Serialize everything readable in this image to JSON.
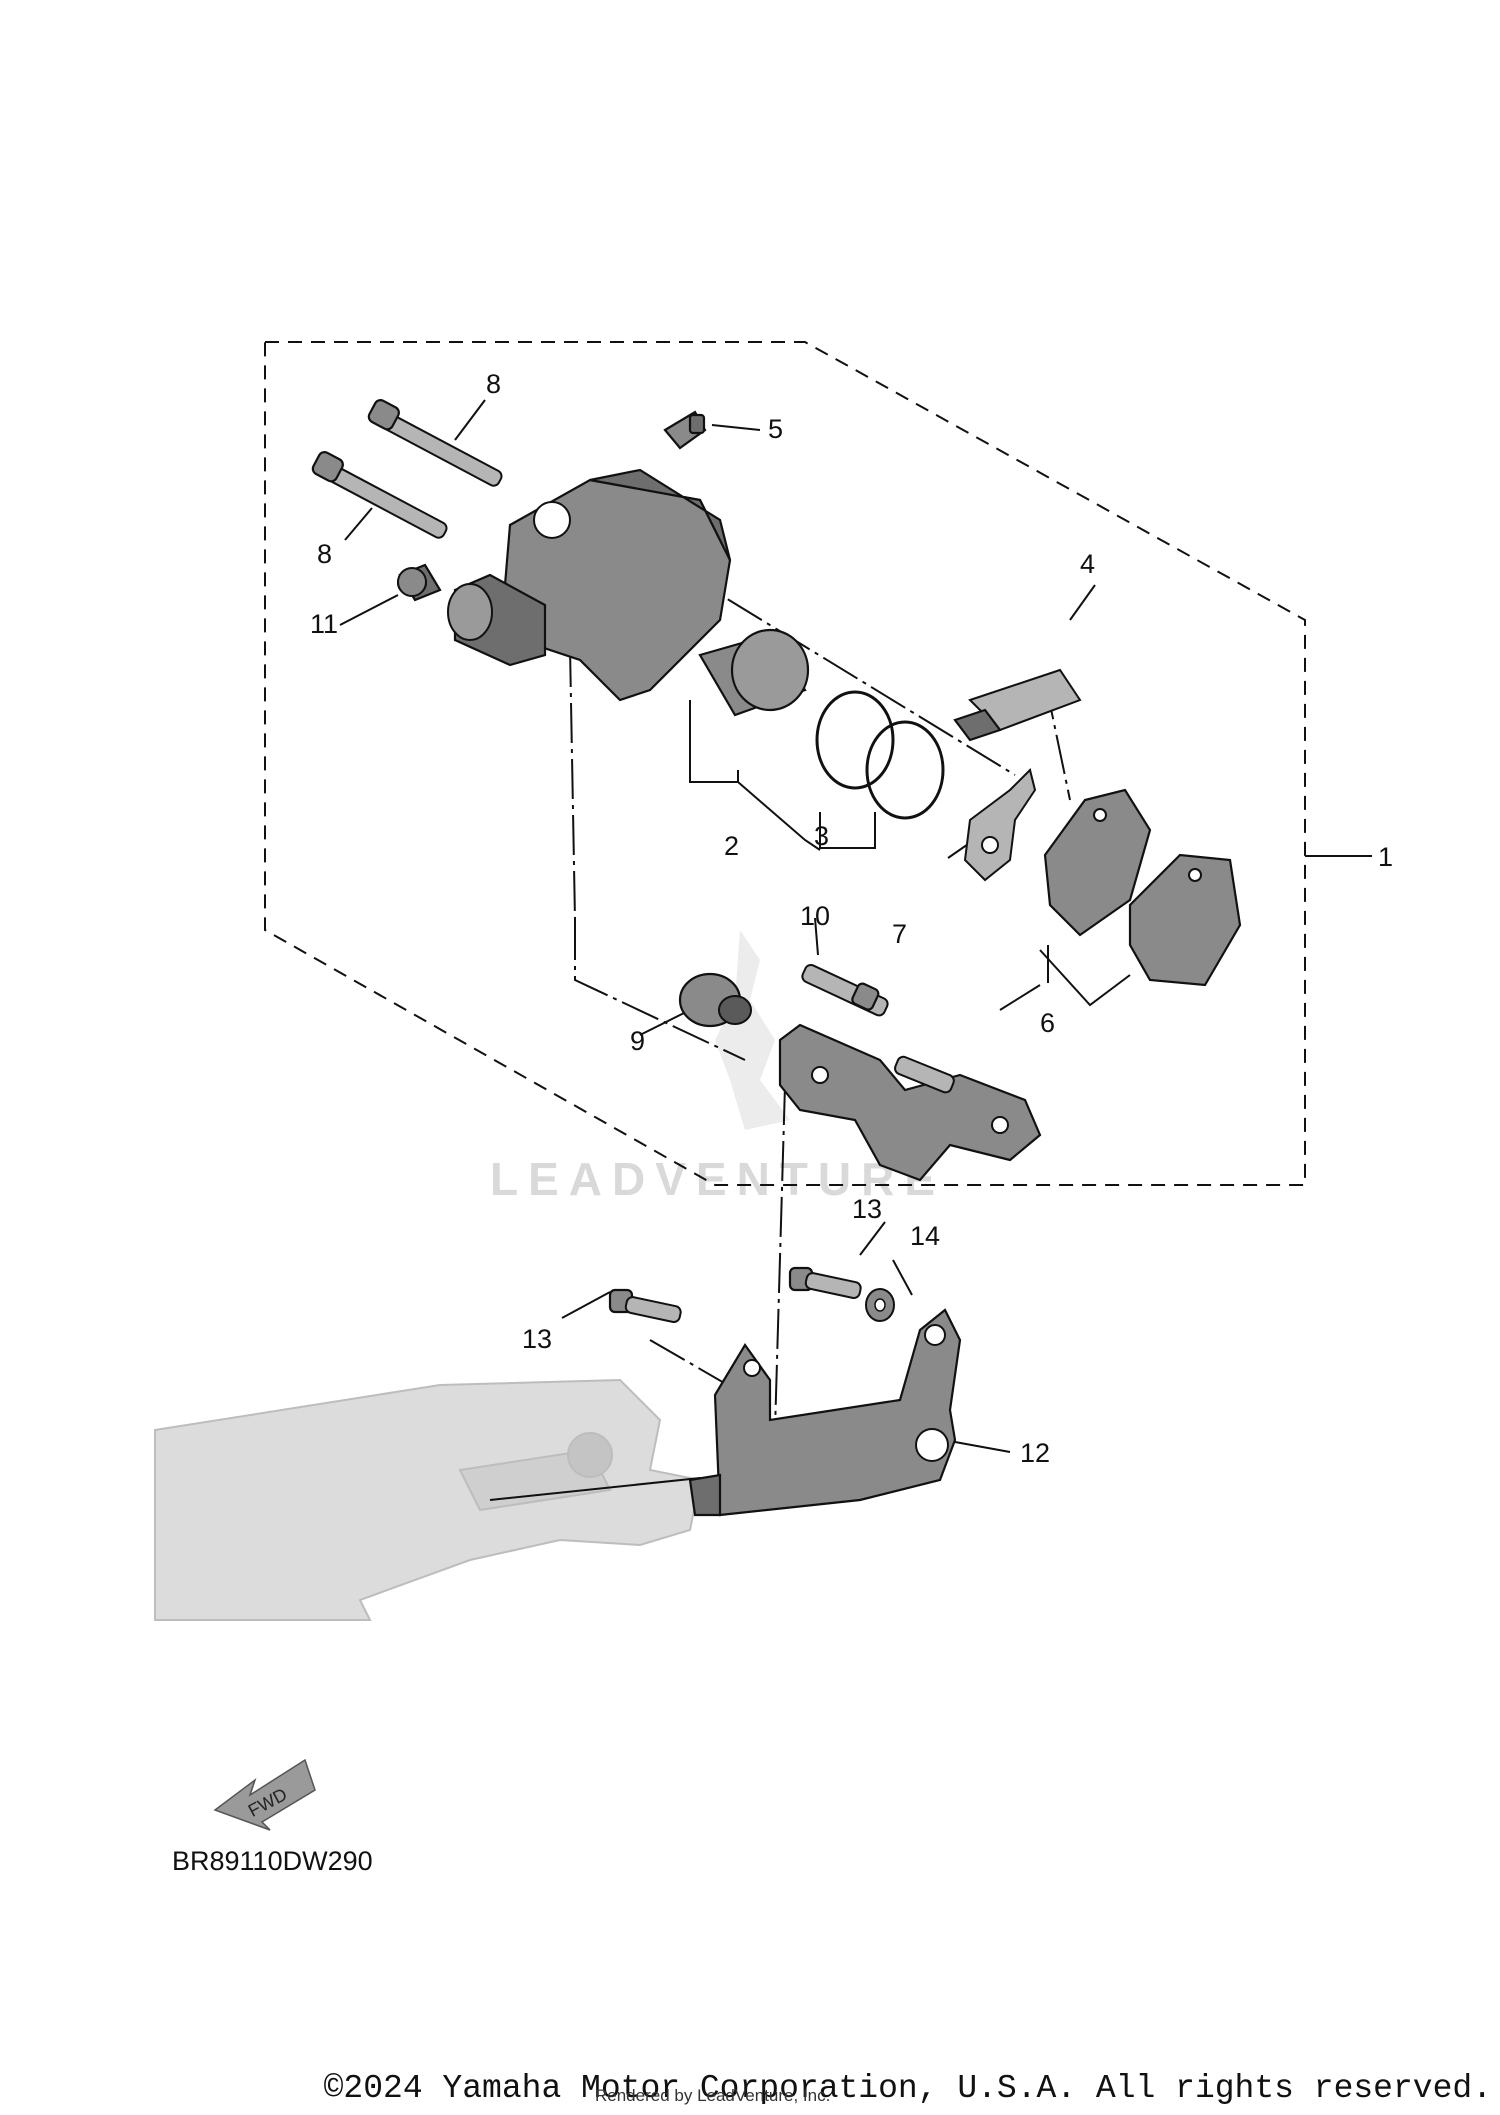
{
  "callouts": {
    "c1": "1",
    "c2": "2",
    "c3": "3",
    "c4": "4",
    "c5": "5",
    "c6": "6",
    "c7": "7",
    "c8a": "8",
    "c8b": "8",
    "c9": "9",
    "c10": "10",
    "c11": "11",
    "c12": "12",
    "c13a": "13",
    "c13b": "13",
    "c14": "14"
  },
  "fwd_label": "FWD",
  "diagram_code": "BR89110DW290",
  "watermark": "LEADVENTURE",
  "copyright": "©2024 Yamaha Motor Corporation, U.S.A. All rights reserved.",
  "rendered_by": "Rendered by LeadVenture, Inc."
}
